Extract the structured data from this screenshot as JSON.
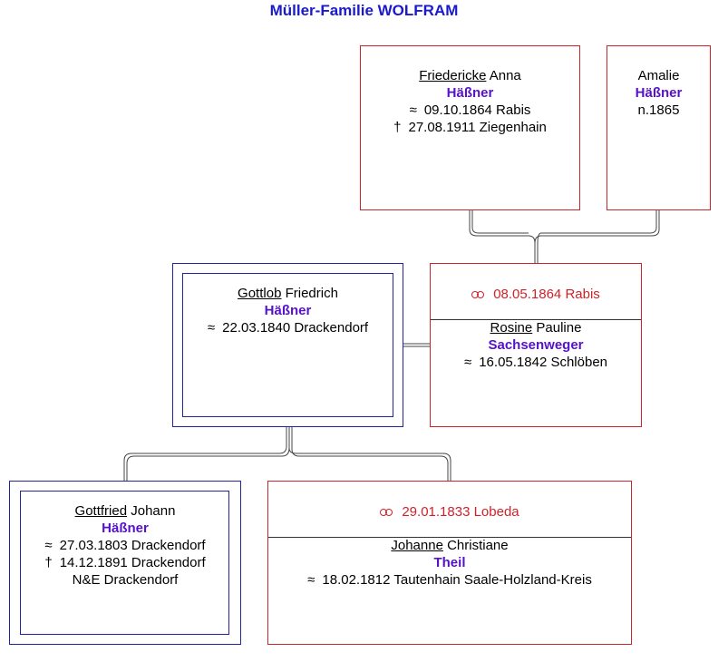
{
  "title": "Müller-Familie WOLFRAM",
  "persons": {
    "friedericke": {
      "first": "Friedericke",
      "rest": " Anna",
      "surname": "Häßner",
      "birth_sym": "≈",
      "birth": "09.10.1864 Rabis",
      "death_sym": "†",
      "death": "27.08.1911 Ziegenhain"
    },
    "amalie": {
      "first": "Amalie",
      "surname": "Häßner",
      "note": "n.1865"
    },
    "gottlob": {
      "first": "Gottlob",
      "rest": " Friedrich",
      "surname": "Häßner",
      "birth_sym": "≈",
      "birth": "22.03.1840 Drackendorf"
    },
    "rosine": {
      "marriage": "08.05.1864 Rabis",
      "first": "Rosine",
      "rest": " Pauline",
      "surname": "Sachsenweger",
      "birth_sym": "≈",
      "birth": "16.05.1842 Schlöben"
    },
    "gottfried": {
      "first": "Gottfried",
      "rest": " Johann",
      "surname": "Häßner",
      "birth_sym": "≈",
      "birth": "27.03.1803 Drackendorf",
      "death_sym": "†",
      "death": "14.12.1891 Drackendorf",
      "note": "N&E Drackendorf"
    },
    "johanne": {
      "marriage": "29.01.1833 Lobeda",
      "first": "Johanne",
      "rest": " Christiane",
      "surname": "Theil",
      "birth_sym": "≈",
      "birth": "18.02.1812 Tautenhain Saale-Holzland-Kreis"
    }
  },
  "colors": {
    "title": "#1a1acc",
    "surname": "#5511cc",
    "marriage": "#d0212a",
    "female_border": "#c8262a",
    "male_border": "#2323a0"
  }
}
